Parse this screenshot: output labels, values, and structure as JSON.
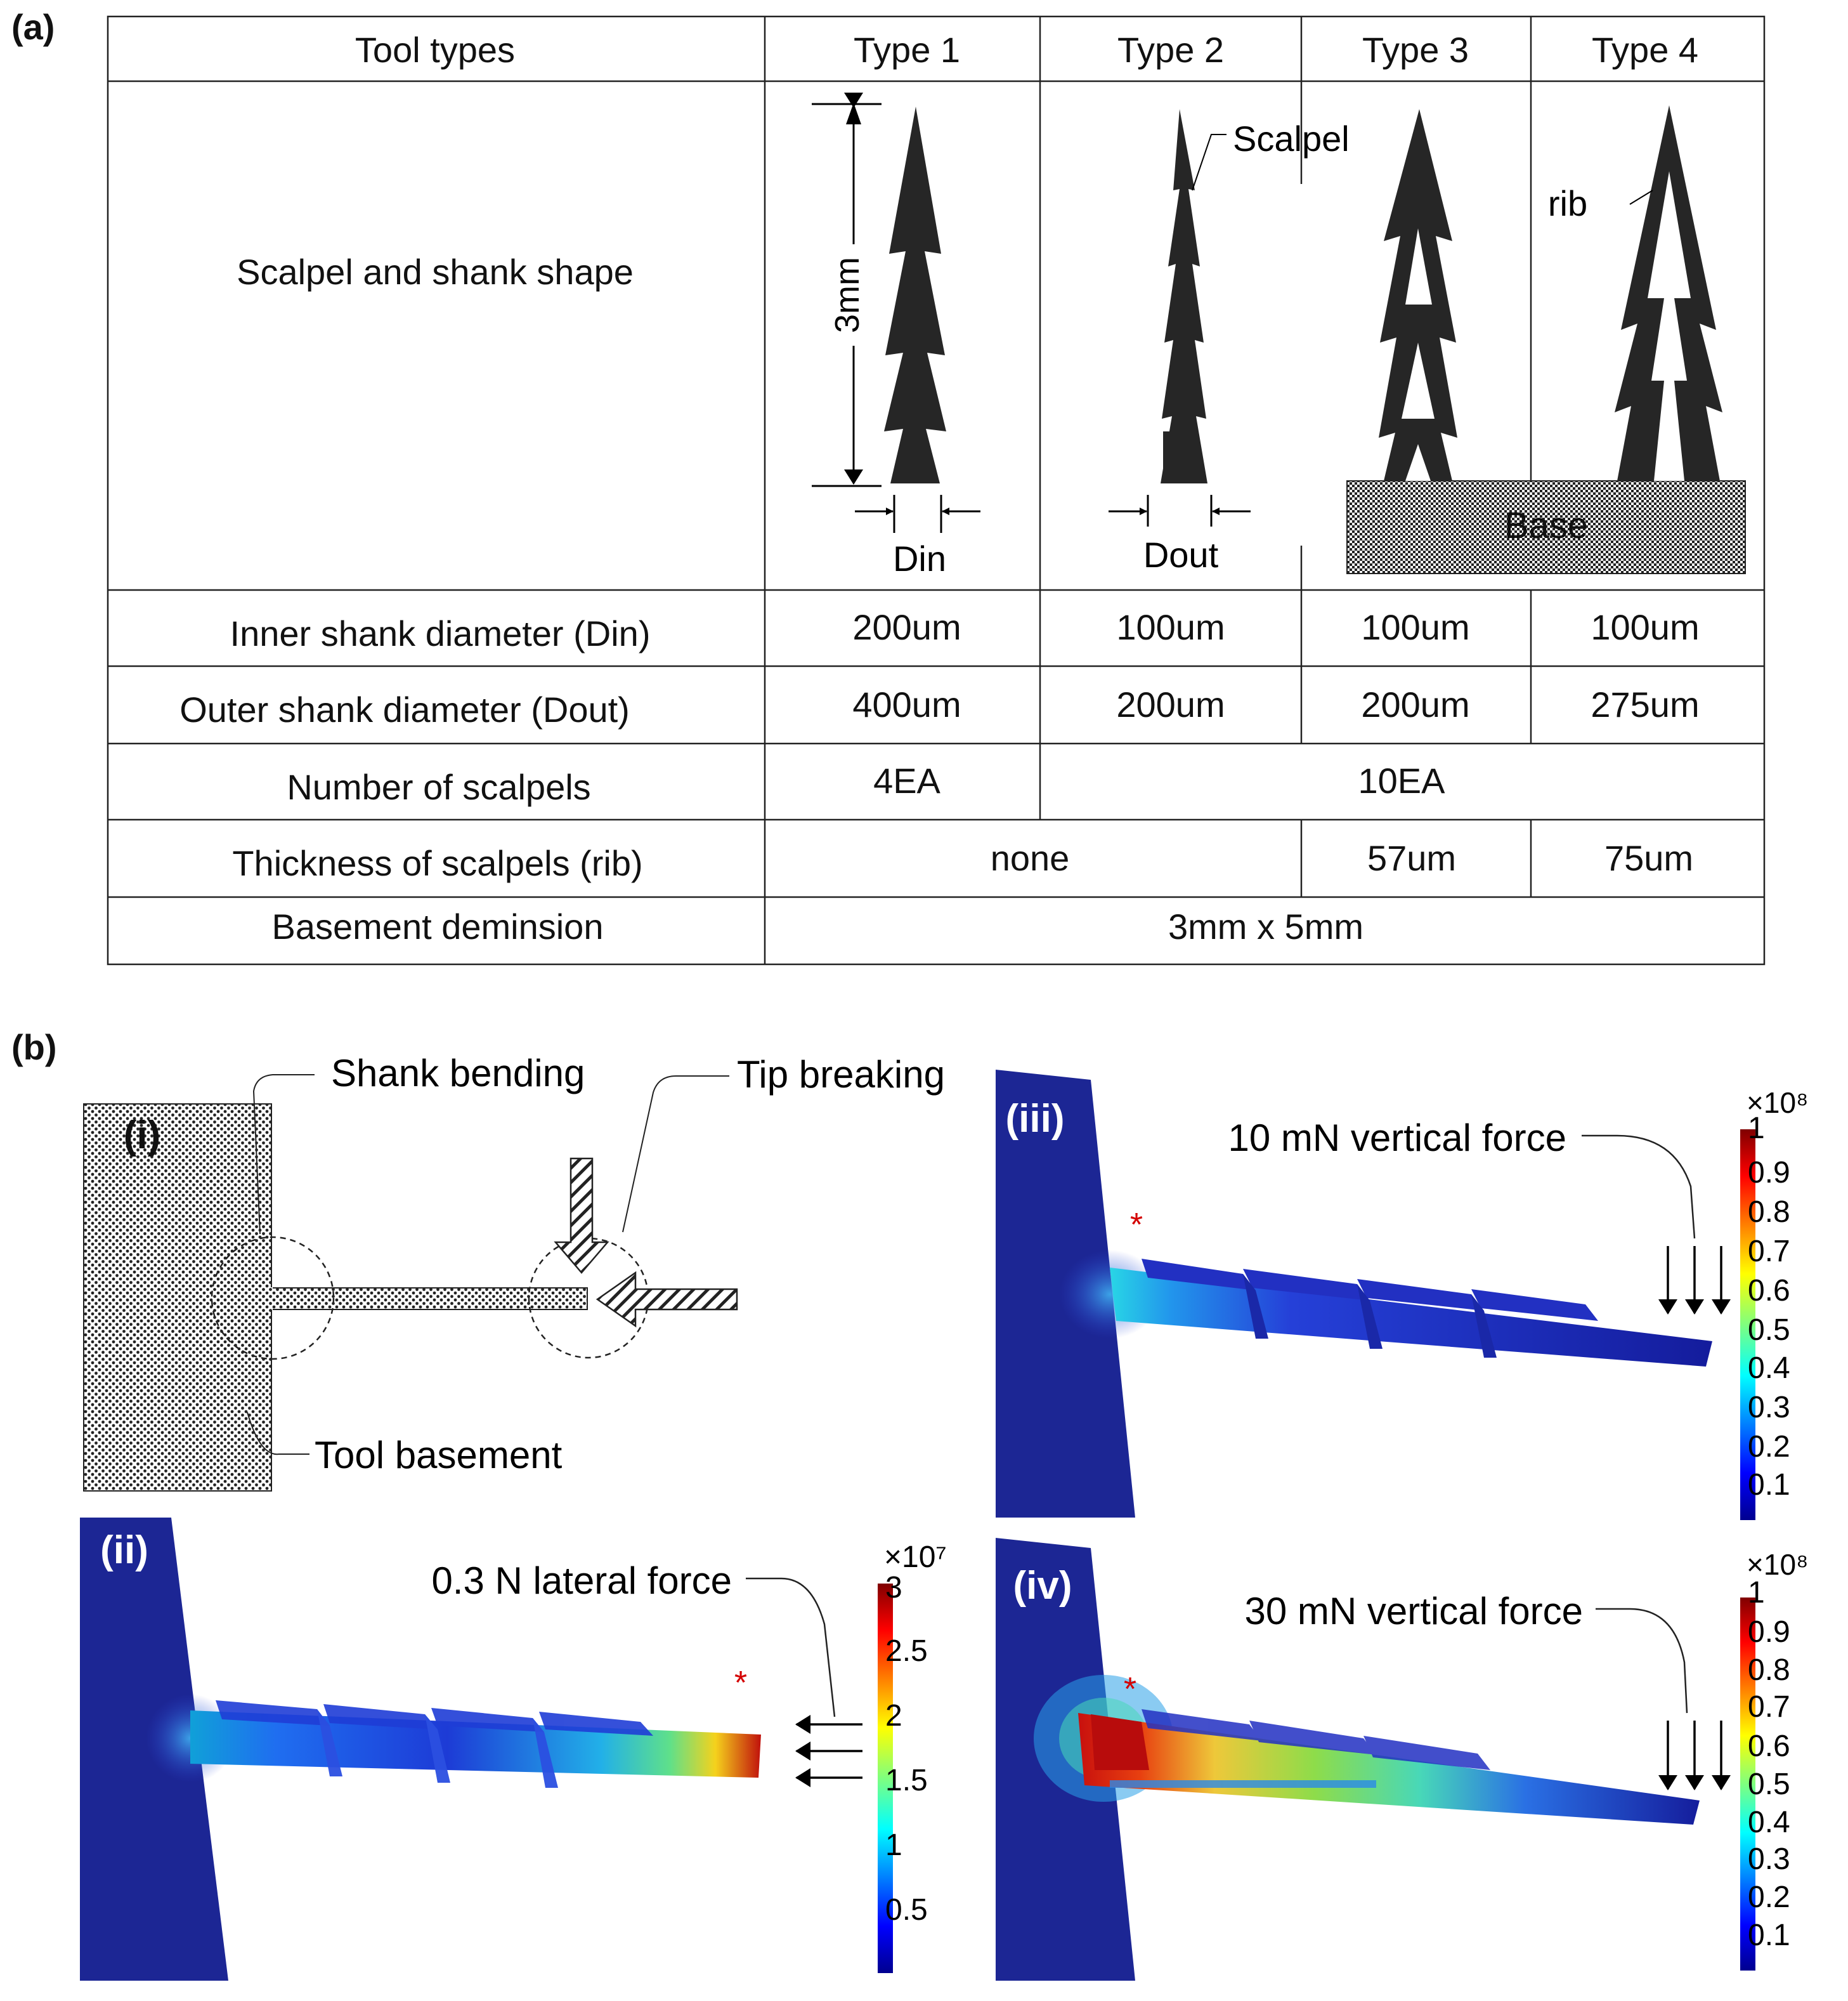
{
  "panel_a": {
    "label": "(a)",
    "header": {
      "row_label": "Tool types",
      "types": [
        "Type 1",
        "Type 2",
        "Type 3",
        "Type 4"
      ]
    },
    "shape_row_label": "Scalpel and shank shape",
    "annotations": {
      "length": "3mm",
      "din": "Din",
      "dout": "Dout",
      "scalpel": "Scalpel",
      "rib": "rib",
      "base": "Base"
    },
    "rows": [
      {
        "label": "Inner shank diameter (Din)",
        "cells": [
          "200um",
          "100um",
          "100um",
          "100um"
        ]
      },
      {
        "label": "Outer shank diameter (Dout)",
        "cells": [
          "400um",
          "200um",
          "200um",
          "275um"
        ]
      },
      {
        "label": "Number of scalpels",
        "cells": [
          "4EA",
          "10EA"
        ]
      },
      {
        "label": "Thickness of scalpels (rib)",
        "cells": [
          "none",
          "57um",
          "75um"
        ]
      },
      {
        "label": "Basement deminsion",
        "cells": [
          "3mm x 5mm"
        ]
      }
    ]
  },
  "panel_b": {
    "label": "(b)",
    "i": {
      "label": "(i)",
      "shank_bending": "Shank bending",
      "tip_breaking": "Tip breaking",
      "tool_basement": "Tool basement"
    },
    "ii": {
      "label": "(ii)",
      "force": "0.3 N lateral force",
      "exponent": "×10⁷",
      "ticks": [
        "3",
        "2.5",
        "2",
        "1.5",
        "1",
        "0.5"
      ]
    },
    "iii": {
      "label": "(iii)",
      "force": "10 mN vertical force",
      "exponent": "×10⁸",
      "ticks": [
        "1",
        "0.9",
        "0.8",
        "0.7",
        "0.6",
        "0.5",
        "0.4",
        "0.3",
        "0.2",
        "0.1"
      ]
    },
    "iv": {
      "label": "(iv)",
      "force": "30 mN vertical force",
      "exponent": "×10⁸",
      "ticks": [
        "1",
        "0.9",
        "0.8",
        "0.7",
        "0.6",
        "0.5",
        "0.4",
        "0.3",
        "0.2",
        "0.1"
      ]
    },
    "marker": "*"
  },
  "colors": {
    "stress_low": "#1a1a8c",
    "stress_high": "#cc0000",
    "marker": "#d40000"
  }
}
